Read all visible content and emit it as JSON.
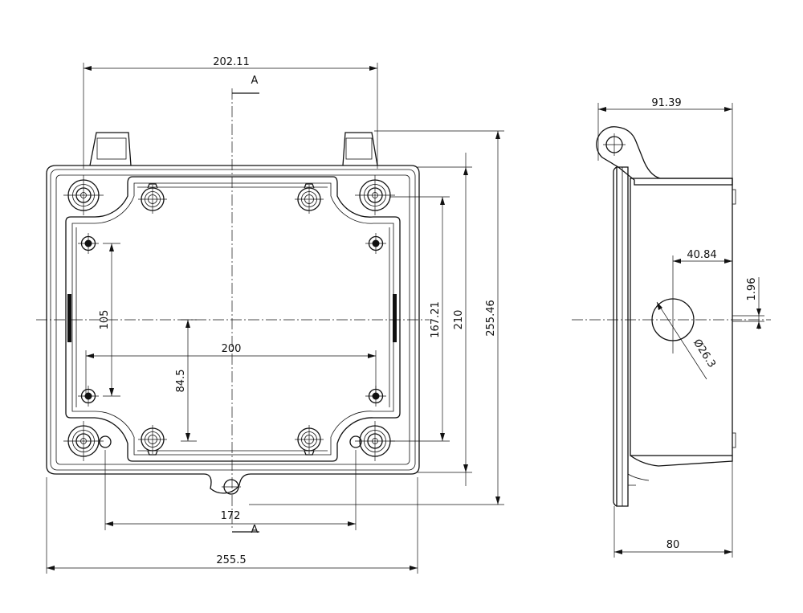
{
  "dimensions": {
    "top_width": "202.11",
    "section_top": "A",
    "section_bottom": "A",
    "inner_height": "167.21",
    "body_height": "210",
    "total_height": "255.46",
    "hole_vertical": "105",
    "hole_horizontal": "200",
    "center_offset": "84.5",
    "mount_spacing": "172",
    "total_width": "255.5",
    "side_width": "91.39",
    "hole_offset": "40.84",
    "hole_small_offset": "1.96",
    "hole_diameter": "Ø26.3",
    "side_depth": "80"
  }
}
